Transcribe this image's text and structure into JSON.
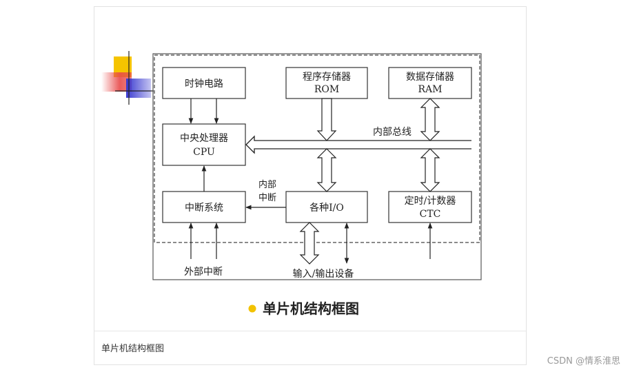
{
  "diagram": {
    "blocks": {
      "clock": {
        "line1": "时钟电路"
      },
      "rom": {
        "line1": "程序存储器",
        "line2": "ROM"
      },
      "ram": {
        "line1": "数据存储器",
        "line2": "RAM"
      },
      "cpu": {
        "line1": "中央处理器",
        "line2": "CPU"
      },
      "interrupt": {
        "line1": "中断系统"
      },
      "io": {
        "line1": "各种I/O"
      },
      "ctc": {
        "line1": "定时/计数器",
        "line2": "CTC"
      }
    },
    "labels": {
      "internal_bus": "内部总线",
      "internal_interrupt_1": "内部",
      "internal_interrupt_2": "中断",
      "external_interrupt": "外部中断",
      "io_devices": "输入/输出设备"
    },
    "title": "单片机结构框图",
    "colors": {
      "title_bullet": "#f2c200",
      "deco_yellow": "#f5c400",
      "deco_blue": "#3a3ad0",
      "deco_red": "#e84a4a"
    }
  },
  "caption": "单片机结构框图",
  "watermark": "CSDN @情系淮思"
}
